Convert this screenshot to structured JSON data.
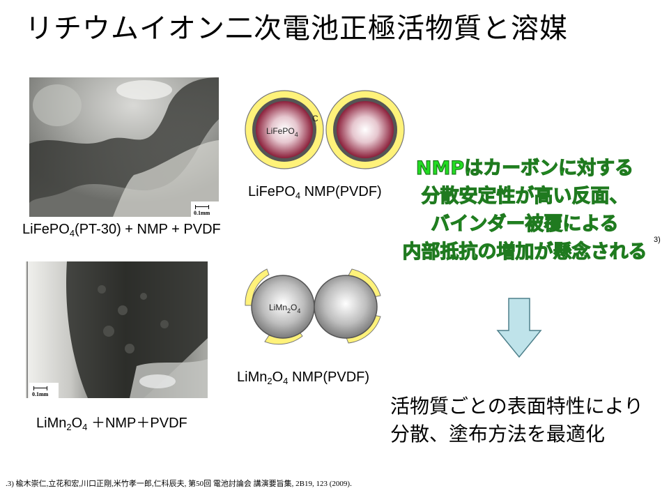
{
  "title": "リチウムイオン二次電池正極活物質と溶媒",
  "top_row": {
    "photo_caption_main": "LiFePO",
    "photo_caption_sub": "4",
    "photo_caption_rest": "(PT-30) + NMP + PVDF",
    "scale_label": "0.1mm",
    "diagram_particle_label_main": "LiFePO",
    "diagram_particle_label_sub": "4",
    "diagram_coating_label": "C",
    "diagram_caption_main": "LiFePO",
    "diagram_caption_sub": "4",
    "diagram_caption_rest": " NMP(PVDF)"
  },
  "bottom_row": {
    "photo_caption_main": "LiMn",
    "photo_caption_sub1": "2",
    "photo_caption_mid": "O",
    "photo_caption_sub2": "4",
    "photo_caption_rest": " ＋NMP＋PVDF",
    "scale_label": "0.1mm",
    "diagram_particle_label_main": "LiMn",
    "diagram_particle_label_sub1": "2",
    "diagram_particle_label_mid": "O",
    "diagram_particle_label_sub2": "4",
    "diagram_caption_main": "LiMn",
    "diagram_caption_sub1": "2",
    "diagram_caption_mid": "O",
    "diagram_caption_sub2": "4",
    "diagram_caption_rest": " NMP(PVDF)"
  },
  "callout": {
    "lines": [
      "NMPはカーボンに対する",
      "分散安定性が高い反面、",
      "バインダー被覆による",
      "内部抵抗の増加が懸念される"
    ],
    "reference_mark": "3)"
  },
  "conclusion": {
    "lines": [
      "活物質ごとの表面特性により",
      "分散、塗布方法を最適化"
    ]
  },
  "footnote": ".3) 楡木崇仁,立花和宏,川口正剛,米竹孝一郎,仁科辰夫, 第50回 電池討論会 講演要旨集, 2B19, 123 (2009).",
  "colors": {
    "callout_fill": "#22dd22",
    "callout_stroke": "#1f7a1f",
    "coating_yellow": "#fff27a",
    "arrow_fill": "#bfe3ea",
    "arrow_stroke": "#4d7f8a"
  }
}
